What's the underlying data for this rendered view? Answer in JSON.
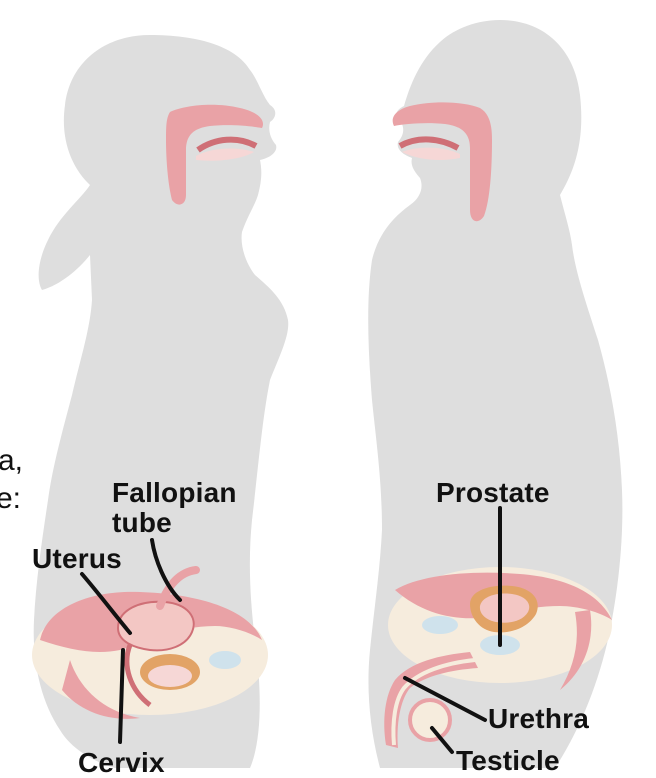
{
  "fragment_text": {
    "line1": "a,",
    "line2": "e:"
  },
  "female": {
    "labels": {
      "fallopian_line1": "Fallopian",
      "fallopian_line2": "tube",
      "uterus": "Uterus",
      "cervix": "Cervix"
    }
  },
  "male": {
    "labels": {
      "prostate": "Prostate",
      "urethra": "Urethra",
      "testicle": "Testicle"
    }
  },
  "colors": {
    "silhouette": "#dedede",
    "tissue_pink": "#e9a2a6",
    "tissue_light": "#f6d7d6",
    "tissue_dark": "#cf6f76",
    "cavity_cream": "#f6ecdd",
    "bladder_blue": "#cfe2ec",
    "uterus_orange": "#e2a366"
  }
}
